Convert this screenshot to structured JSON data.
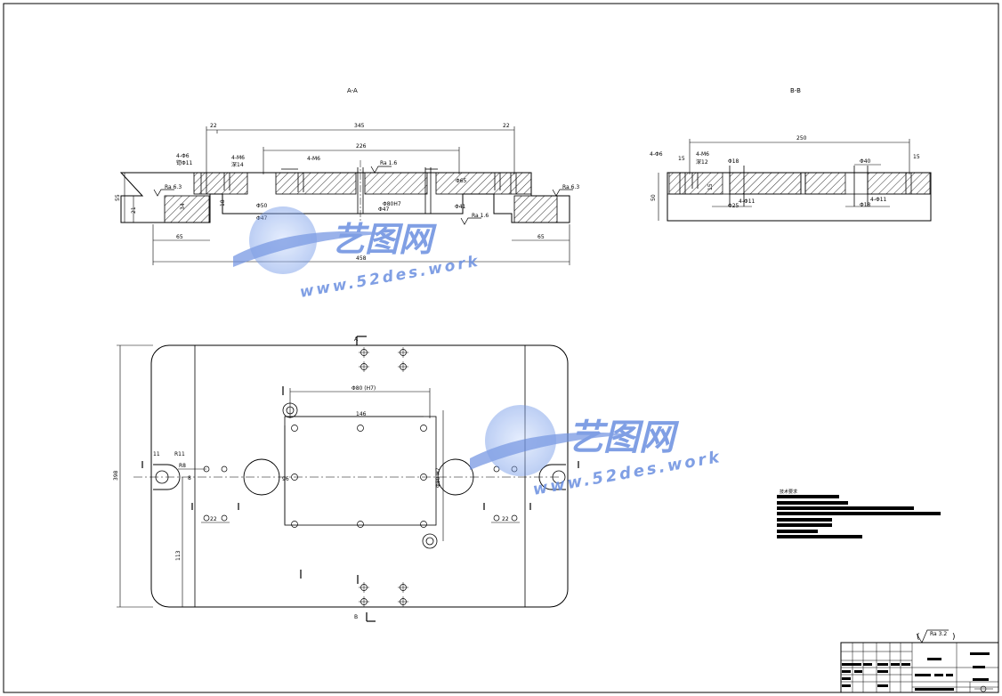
{
  "views": {
    "section_aa": {
      "label": "A-A"
    },
    "section_bb": {
      "label": "B-B"
    }
  },
  "dimensions": {
    "aa_top_span": "345",
    "aa_left_edge": "22",
    "aa_right_edge": "22",
    "aa_inner_span": "226",
    "aa_hole_callout_left": "4-Φ6",
    "aa_hole_callout_left_2": "锪Φ11",
    "aa_hole_callout_mid": "4-M6",
    "aa_hole_callout_mid_2": "深14",
    "aa_hole_callout_center": "4-M6",
    "aa_ra_top": "Ra 1.6",
    "aa_ra_left": "Ra 6.3",
    "aa_ra_right": "Ra 6.3",
    "aa_ra_bottom": "Ra 1.6",
    "aa_height": "55",
    "aa_height_small": "21",
    "aa_depth": "34",
    "aa_depth_2": "18",
    "aa_diam_inner": "Φ50",
    "aa_diam_bore": "Φ80H7",
    "aa_diam_step": "Φ47",
    "aa_diam_bottom": "Φ47",
    "aa_diam_right": "Φ41",
    "aa_step_right": "Φ65",
    "aa_bottom_left": "65",
    "aa_bottom_right": "65",
    "aa_overall": "458",
    "bb_span": "250",
    "bb_callout_left": "4-Φ6",
    "bb_callout_mid": "4-M6",
    "bb_callout_mid_2": "深12",
    "bb_diam_a": "Φ18",
    "bb_edge_left": "15",
    "bb_edge_right": "15",
    "bb_height": "50",
    "bb_depth": "15",
    "bb_diam_b": "Φ40",
    "bb_diam_c": "Φ25",
    "bb_diam_d": "4-Φ11",
    "bb_diam_e": "Φ18",
    "bb_diam_f": "4-Φ11",
    "plan_top": "Φ80 (H7)",
    "plan_inner": "146",
    "plan_right": "Φ80 H7",
    "plan_left_r": "R11",
    "plan_left_11": "11",
    "plan_left_8": "8",
    "plan_left_R8": "R8",
    "plan_height": "398",
    "plan_low_22a": "22",
    "plan_low_22b": "22",
    "plan_low_113": "113",
    "plan_mid_96": "96",
    "plan_sec_a": "A",
    "plan_sec_b": "B"
  },
  "watermark": {
    "name": "艺图网",
    "url": "www.52des.work"
  },
  "notes": {
    "title": "技术要求"
  },
  "roughness_general": "Ra 3.2",
  "colors": {
    "line": "#000000",
    "hatch": "#000000",
    "watermark_blue": "#6a8fe0",
    "watermark_light": "#a9c2f0"
  }
}
